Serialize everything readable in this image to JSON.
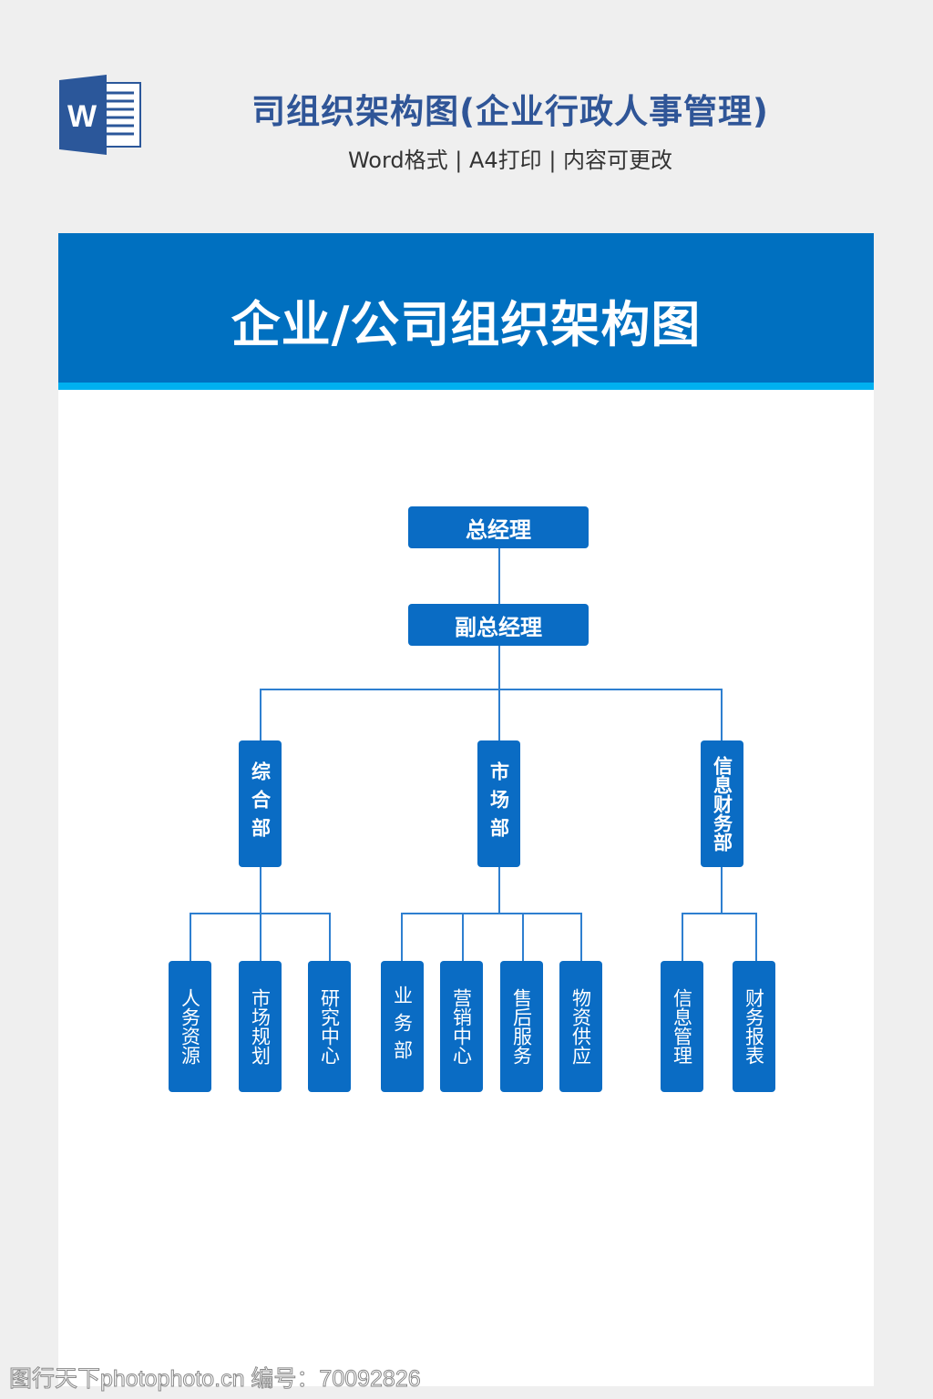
{
  "header": {
    "title": "司组织架构图(企业行政人事管理)",
    "subtitle": "Word格式 | A4打印 | 内容可更改",
    "logo_letter": "W"
  },
  "banner": {
    "title": "企业/公司组织架构图"
  },
  "org": {
    "top": "总经理",
    "deputy": "副总经理",
    "departments": [
      {
        "name": "综合部",
        "children": [
          "人务资源",
          "市场规划",
          "研究中心"
        ]
      },
      {
        "name": "市场部",
        "children": [
          "业务部",
          "营销中心",
          "售后服务",
          "物资供应"
        ]
      },
      {
        "name": "信息财务部",
        "children": [
          "信息管理",
          "财务报表"
        ]
      }
    ]
  },
  "watermark": "图行天下photophoto.cn 编号：70092826",
  "colors": {
    "box": "#0a6cc4",
    "banner": "#0070c0",
    "stripe": "#00b0f0",
    "title": "#2f5597"
  }
}
